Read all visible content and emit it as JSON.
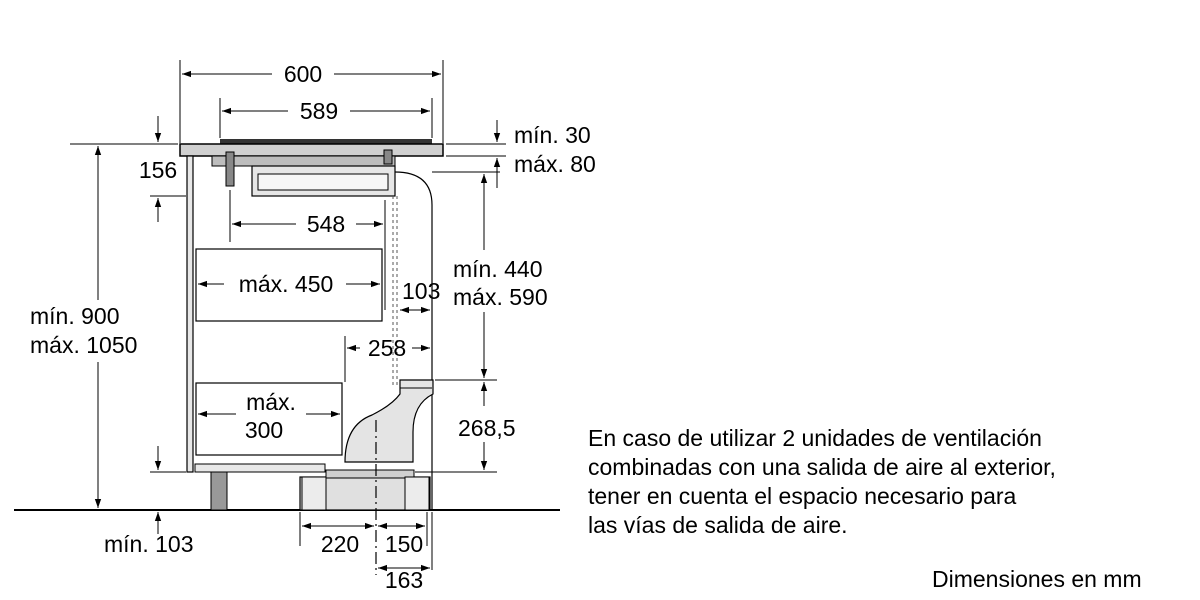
{
  "dimensions": {
    "d600": "600",
    "d589": "589",
    "d548": "548",
    "d156": "156",
    "min30": "mín. 30",
    "max80": "máx. 80",
    "min900": "mín. 900",
    "max1050": "máx. 1050",
    "max450": "máx. 450",
    "d103_duct": "103",
    "min440": "mín. 440",
    "max590": "máx. 590",
    "d258": "258",
    "max300_a": "máx.",
    "max300_b": "300",
    "d268": "268,5",
    "min103": "mín. 103",
    "d220": "220",
    "d150": "150",
    "d163": "163"
  },
  "note": {
    "lines": [
      "En caso de utilizar 2 unidades de ventilación",
      "combinadas con una salida de aire al exterior,",
      "tener en cuenta el espacio necesario para",
      "las vías de salida de aire."
    ]
  },
  "units_label": "Dimensiones en mm"
}
